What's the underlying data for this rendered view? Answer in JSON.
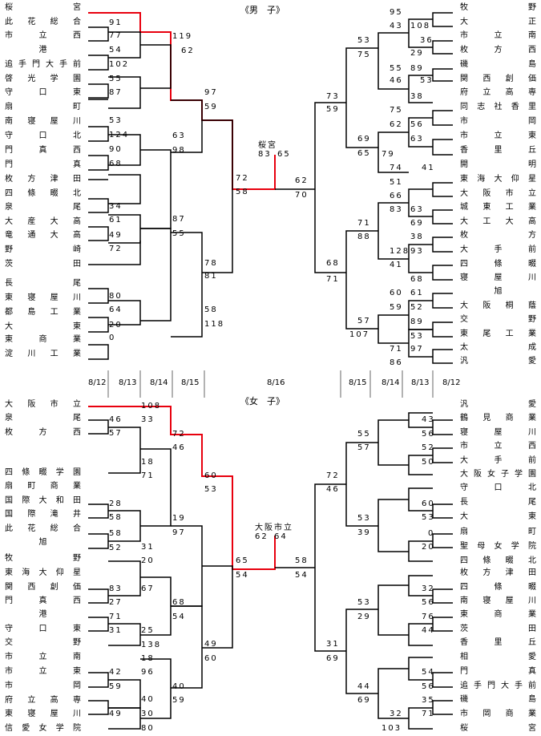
{
  "titles": {
    "men": "《男　子》",
    "women": "《女　子》"
  },
  "dates": [
    "8/12",
    "8/13",
    "8/14",
    "8/15",
    "8/16",
    "8/15",
    "8/14",
    "8/13",
    "8/12"
  ],
  "colors": {
    "highlight": "#e8000e",
    "line": "#000000"
  },
  "men": {
    "left_teams": [
      "桜宮",
      "此花総合",
      "市立西",
      "港",
      "追手門大手前",
      "啓光学園",
      "守口東",
      "扇町",
      "南寝屋川",
      "守口北",
      "門真西",
      "門真",
      "枚方津田",
      "四條畷北",
      "泉尾",
      "大産大高",
      "竜通大高",
      "野崎",
      "茨田",
      "長尾",
      "東寝屋川",
      "都島工業",
      "大東",
      "東商業",
      "淀川工業"
    ],
    "right_teams": [
      "牧野",
      "大正",
      "市立南",
      "枚方西",
      "磯島",
      "関西創価",
      "府立高専",
      "同志社香里",
      "市岡",
      "市立東",
      "香里丘",
      "開明",
      "東海大仰星",
      "大阪市立",
      "城東工業",
      "大工大高",
      "枚方",
      "大手前",
      "四條畷",
      "寝屋川",
      "旭",
      "大阪桐蔭",
      "交野",
      "東尾工業",
      "太成",
      "汎愛"
    ],
    "left_scores": [
      "91",
      "77",
      "54",
      "102",
      "55",
      "87",
      "53",
      "124",
      "90",
      "68",
      "34",
      "61",
      "49",
      "72",
      "80",
      "64",
      "20",
      "0",
      "119",
      "62",
      "63",
      "98",
      "87",
      "55",
      "58",
      "118",
      "97",
      "59",
      "78",
      "81",
      "72",
      "58"
    ],
    "right_scores": [
      "95",
      "43",
      "108",
      "36",
      "29",
      "55",
      "89",
      "46",
      "53",
      "38",
      "75",
      "62",
      "56",
      "63",
      "79",
      "74",
      "41",
      "51",
      "66",
      "83",
      "63",
      "69",
      "38",
      "128",
      "93",
      "41",
      "68",
      "60",
      "61",
      "59",
      "52",
      "89",
      "53",
      "71",
      "97",
      "86",
      "53",
      "75",
      "69",
      "65",
      "71",
      "88",
      "57",
      "107",
      "73",
      "59",
      "68",
      "71",
      "62",
      "70"
    ],
    "final": {
      "label": "桜宮",
      "left": "83",
      "right": "65"
    }
  },
  "women": {
    "left_teams": [
      "大阪市立",
      "泉尾",
      "枚方西",
      "四條畷学園",
      "扇町商業",
      "国際大和田",
      "国際滝井",
      "此花総合",
      "旭",
      "牧野",
      "東海大仰星",
      "関西創価",
      "門真西",
      "港",
      "守口東",
      "交野",
      "市立南",
      "市立東",
      "市岡",
      "府立高専",
      "東寝屋川",
      "信愛女学院"
    ],
    "right_teams": [
      "汎愛",
      "鶴見商業",
      "寝屋川",
      "市立西",
      "大手前",
      "大阪女子学園",
      "守口北",
      "長尾",
      "大東",
      "扇町",
      "聖母女学院",
      "四條畷北",
      "枚方津田",
      "四條畷",
      "南寝屋川",
      "東商業",
      "茨田",
      "香里丘",
      "相愛",
      "門真",
      "追手門大手前",
      "磯島",
      "市岡商業",
      "桜宮"
    ],
    "left_scores": [
      "108",
      "46",
      "33",
      "57",
      "18",
      "71",
      "28",
      "58",
      "58",
      "31",
      "52",
      "20",
      "67",
      "83",
      "27",
      "71",
      "25",
      "31",
      "138",
      "18",
      "96",
      "42",
      "59",
      "40",
      "30",
      "49",
      "80",
      "72",
      "46",
      "19",
      "97",
      "68",
      "54",
      "40",
      "59",
      "60",
      "53",
      "49",
      "60",
      "65",
      "54"
    ],
    "right_scores": [
      "43",
      "56",
      "52",
      "50",
      "60",
      "53",
      "0",
      "20",
      "32",
      "56",
      "76",
      "44",
      "54",
      "56",
      "35",
      "71",
      "32",
      "103",
      "55",
      "57",
      "53",
      "39",
      "53",
      "29",
      "44",
      "69",
      "72",
      "46",
      "31",
      "69",
      "58",
      "54"
    ],
    "final": {
      "label": "大阪市立",
      "left": "62",
      "right": "64"
    }
  }
}
